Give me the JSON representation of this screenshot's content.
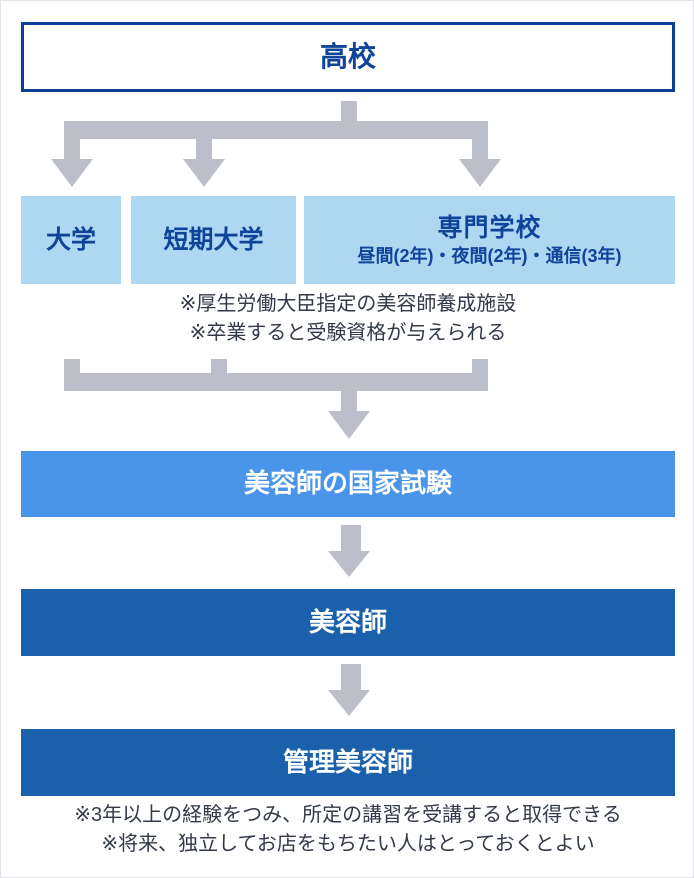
{
  "diagram": {
    "title_node": {
      "label": "高校"
    },
    "schools": [
      {
        "label": "大学"
      },
      {
        "label": "短期大学"
      },
      {
        "label": "専門学校",
        "sublabel": "昼間(2年)・夜間(2年)・通信(3年)"
      }
    ],
    "school_notes": "※厚生労働大臣指定の美容師養成施設\n※卒業すると受験資格が与えられる",
    "exam_node": {
      "label": "美容師の国家試験"
    },
    "stylist_node": {
      "label": "美容師"
    },
    "manager_node": {
      "label": "管理美容師"
    },
    "manager_notes": "※3年以上の経験をつみ、所定の講習を受講すると取得できる\n※将来、独立してお店をもちたい人はとっておくとよい"
  },
  "colors": {
    "outline_blue": "#0d3f96",
    "text_blue": "#10449b",
    "light_blue": "#aed7f1",
    "medium_blue": "#4a95ea",
    "dark_blue": "#1a60ab",
    "connector_grey": "#bcbfc9",
    "note_text": "#333a47"
  }
}
